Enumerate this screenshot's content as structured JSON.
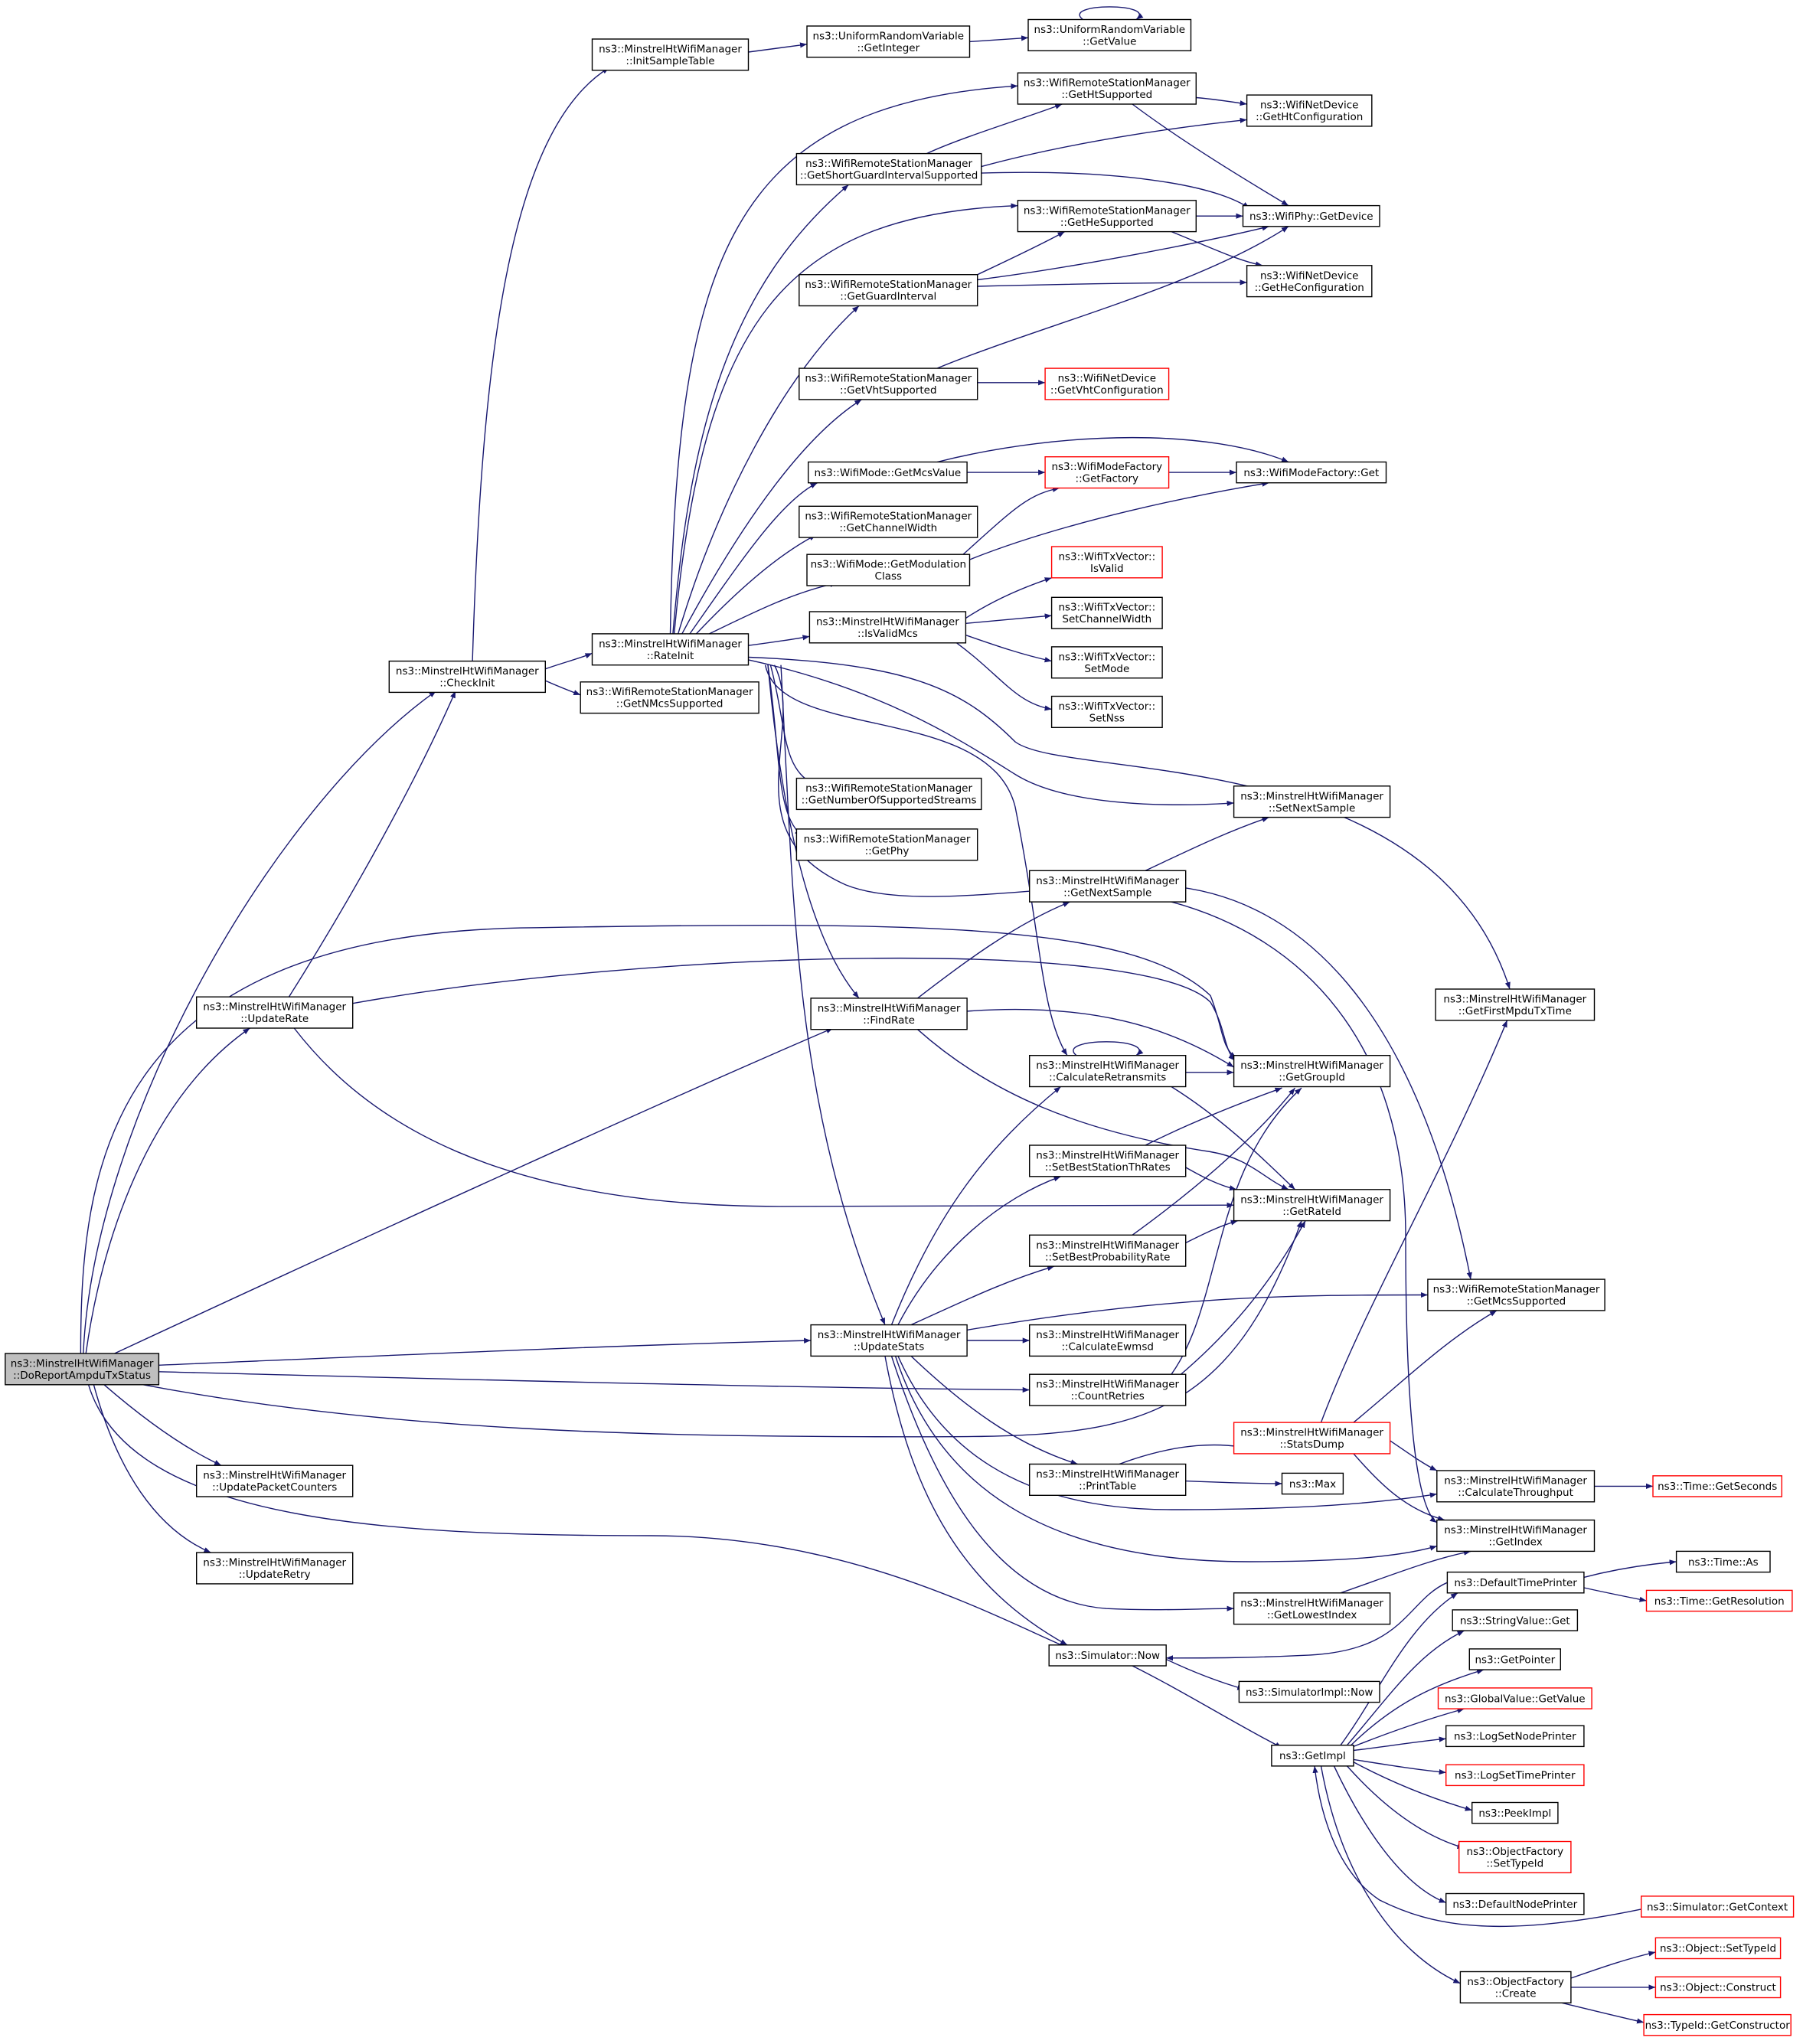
{
  "colors": {
    "edge": "#191970",
    "node_border": "#000000",
    "truncated_border": "#ff0000",
    "root_fill": "#bfbfbf"
  },
  "nodes": [
    {
      "id": "DoReportAmpduTxStatus",
      "lines": [
        "ns3::MinstrelHtWifiManager",
        "::DoReportAmpduTxStatus"
      ],
      "root": true
    },
    {
      "id": "CheckInit",
      "lines": [
        "ns3::MinstrelHtWifiManager",
        "::CheckInit"
      ]
    },
    {
      "id": "UpdateRate",
      "lines": [
        "ns3::MinstrelHtWifiManager",
        "::UpdateRate"
      ]
    },
    {
      "id": "UpdatePacketCounters",
      "lines": [
        "ns3::MinstrelHtWifiManager",
        "::UpdatePacketCounters"
      ]
    },
    {
      "id": "UpdateRetry",
      "lines": [
        "ns3::MinstrelHtWifiManager",
        "::UpdateRetry"
      ]
    },
    {
      "id": "InitSampleTable",
      "lines": [
        "ns3::MinstrelHtWifiManager",
        "::InitSampleTable"
      ]
    },
    {
      "id": "RateInit",
      "lines": [
        "ns3::MinstrelHtWifiManager",
        "::RateInit"
      ]
    },
    {
      "id": "GetNMcsSupported",
      "lines": [
        "ns3::WifiRemoteStationManager",
        "::GetNMcsSupported"
      ]
    },
    {
      "id": "GetInteger",
      "lines": [
        "ns3::UniformRandomVariable",
        "::GetInteger"
      ]
    },
    {
      "id": "GetValue",
      "lines": [
        "ns3::UniformRandomVariable",
        "::GetValue"
      ]
    },
    {
      "id": "GetHtSupported",
      "lines": [
        "ns3::WifiRemoteStationManager",
        "::GetHtSupported"
      ]
    },
    {
      "id": "GetShortGuardIntervalSupported",
      "lines": [
        "ns3::WifiRemoteStationManager",
        "::GetShortGuardIntervalSupported"
      ]
    },
    {
      "id": "GetHtConfiguration",
      "lines": [
        "ns3::WifiNetDevice",
        "::GetHtConfiguration"
      ]
    },
    {
      "id": "GetHeSupported",
      "lines": [
        "ns3::WifiRemoteStationManager",
        "::GetHeSupported"
      ]
    },
    {
      "id": "WifiPhyGetDevice",
      "lines": [
        "ns3::WifiPhy::GetDevice"
      ]
    },
    {
      "id": "GetGuardInterval",
      "lines": [
        "ns3::WifiRemoteStationManager",
        "::GetGuardInterval"
      ]
    },
    {
      "id": "GetHeConfiguration",
      "lines": [
        "ns3::WifiNetDevice",
        "::GetHeConfiguration"
      ]
    },
    {
      "id": "GetVhtSupported",
      "lines": [
        "ns3::WifiRemoteStationManager",
        "::GetVhtSupported"
      ]
    },
    {
      "id": "GetVhtConfiguration",
      "lines": [
        "ns3::WifiNetDevice",
        "::GetVhtConfiguration"
      ],
      "truncated": true
    },
    {
      "id": "GetMcsValue",
      "lines": [
        "ns3::WifiMode::GetMcsValue"
      ]
    },
    {
      "id": "GetFactory",
      "lines": [
        "ns3::WifiModeFactory",
        "::GetFactory"
      ],
      "truncated": true
    },
    {
      "id": "WifiModeFactoryGet",
      "lines": [
        "ns3::WifiModeFactory::Get"
      ]
    },
    {
      "id": "GetChannelWidth",
      "lines": [
        "ns3::WifiRemoteStationManager",
        "::GetChannelWidth"
      ]
    },
    {
      "id": "GetModulationClass",
      "lines": [
        "ns3::WifiMode::GetModulation",
        "Class"
      ]
    },
    {
      "id": "TxIsValid",
      "lines": [
        "ns3::WifiTxVector::",
        "IsValid"
      ],
      "truncated": true
    },
    {
      "id": "IsValidMcs",
      "lines": [
        "ns3::MinstrelHtWifiManager",
        "::IsValidMcs"
      ]
    },
    {
      "id": "SetChannelWidth",
      "lines": [
        "ns3::WifiTxVector::",
        "SetChannelWidth"
      ]
    },
    {
      "id": "SetMode",
      "lines": [
        "ns3::WifiTxVector::",
        "SetMode"
      ]
    },
    {
      "id": "SetNss",
      "lines": [
        "ns3::WifiTxVector::",
        "SetNss"
      ]
    },
    {
      "id": "GetNumberOfSupportedStreams",
      "lines": [
        "ns3::WifiRemoteStationManager",
        "::GetNumberOfSupportedStreams"
      ]
    },
    {
      "id": "GetPhy",
      "lines": [
        "ns3::WifiRemoteStationManager",
        "::GetPhy"
      ]
    },
    {
      "id": "SetNextSample",
      "lines": [
        "ns3::MinstrelHtWifiManager",
        "::SetNextSample"
      ]
    },
    {
      "id": "GetNextSample",
      "lines": [
        "ns3::MinstrelHtWifiManager",
        "::GetNextSample"
      ]
    },
    {
      "id": "GetFirstMpduTxTime",
      "lines": [
        "ns3::MinstrelHtWifiManager",
        "::GetFirstMpduTxTime"
      ]
    },
    {
      "id": "FindRate",
      "lines": [
        "ns3::MinstrelHtWifiManager",
        "::FindRate"
      ]
    },
    {
      "id": "CalculateRetransmits",
      "lines": [
        "ns3::MinstrelHtWifiManager",
        "::CalculateRetransmits"
      ]
    },
    {
      "id": "GetGroupId",
      "lines": [
        "ns3::MinstrelHtWifiManager",
        "::GetGroupId"
      ]
    },
    {
      "id": "SetBestStationThRates",
      "lines": [
        "ns3::MinstrelHtWifiManager",
        "::SetBestStationThRates"
      ]
    },
    {
      "id": "GetRateId",
      "lines": [
        "ns3::MinstrelHtWifiManager",
        "::GetRateId"
      ]
    },
    {
      "id": "SetBestProbabilityRate",
      "lines": [
        "ns3::MinstrelHtWifiManager",
        "::SetBestProbabilityRate"
      ]
    },
    {
      "id": "GetMcsSupported",
      "lines": [
        "ns3::WifiRemoteStationManager",
        "::GetMcsSupported"
      ]
    },
    {
      "id": "UpdateStats",
      "lines": [
        "ns3::MinstrelHtWifiManager",
        "::UpdateStats"
      ]
    },
    {
      "id": "CalculateEwmsd",
      "lines": [
        "ns3::MinstrelHtWifiManager",
        "::CalculateEwmsd"
      ]
    },
    {
      "id": "CountRetries",
      "lines": [
        "ns3::MinstrelHtWifiManager",
        "::CountRetries"
      ]
    },
    {
      "id": "StatsDump",
      "lines": [
        "ns3::MinstrelHtWifiManager",
        "::StatsDump"
      ],
      "truncated": true
    },
    {
      "id": "PrintTable",
      "lines": [
        "ns3::MinstrelHtWifiManager",
        "::PrintTable"
      ]
    },
    {
      "id": "Max",
      "lines": [
        "ns3::Max"
      ]
    },
    {
      "id": "CalculateThroughput",
      "lines": [
        "ns3::MinstrelHtWifiManager",
        "::CalculateThroughput"
      ]
    },
    {
      "id": "GetSeconds",
      "lines": [
        "ns3::Time::GetSeconds"
      ],
      "truncated": true
    },
    {
      "id": "GetIndex",
      "lines": [
        "ns3::MinstrelHtWifiManager",
        "::GetIndex"
      ]
    },
    {
      "id": "GetLowestIndex",
      "lines": [
        "ns3::MinstrelHtWifiManager",
        "::GetLowestIndex"
      ]
    },
    {
      "id": "DefaultTimePrinter",
      "lines": [
        "ns3::DefaultTimePrinter"
      ]
    },
    {
      "id": "TimeAs",
      "lines": [
        "ns3::Time::As"
      ]
    },
    {
      "id": "GetResolution",
      "lines": [
        "ns3::Time::GetResolution"
      ],
      "truncated": true
    },
    {
      "id": "SimulatorNow",
      "lines": [
        "ns3::Simulator::Now"
      ]
    },
    {
      "id": "StringValueGet",
      "lines": [
        "ns3::StringValue::Get"
      ]
    },
    {
      "id": "GetPointer",
      "lines": [
        "ns3::GetPointer"
      ]
    },
    {
      "id": "SimulatorImplNow",
      "lines": [
        "ns3::SimulatorImpl::Now"
      ]
    },
    {
      "id": "GlobalValueGetValue",
      "lines": [
        "ns3::GlobalValue::GetValue"
      ],
      "truncated": true
    },
    {
      "id": "GetImpl",
      "lines": [
        "ns3::GetImpl"
      ]
    },
    {
      "id": "LogSetNodePrinter",
      "lines": [
        "ns3::LogSetNodePrinter"
      ]
    },
    {
      "id": "LogSetTimePrinter",
      "lines": [
        "ns3::LogSetTimePrinter"
      ],
      "truncated": true
    },
    {
      "id": "PeekImpl",
      "lines": [
        "ns3::PeekImpl"
      ]
    },
    {
      "id": "OFSetTypeId",
      "lines": [
        "ns3::ObjectFactory",
        "::SetTypeId"
      ],
      "truncated": true
    },
    {
      "id": "DefaultNodePrinter",
      "lines": [
        "ns3::DefaultNodePrinter"
      ]
    },
    {
      "id": "GetContext",
      "lines": [
        "ns3::Simulator::GetContext"
      ],
      "truncated": true
    },
    {
      "id": "OFCreate",
      "lines": [
        "ns3::ObjectFactory",
        "::Create"
      ]
    },
    {
      "id": "ObjSetTypeId",
      "lines": [
        "ns3::Object::SetTypeId"
      ],
      "truncated": true
    },
    {
      "id": "ObjConstruct",
      "lines": [
        "ns3::Object::Construct"
      ],
      "truncated": true
    },
    {
      "id": "GetConstructor",
      "lines": [
        "ns3::TypeId::GetConstructor"
      ],
      "truncated": true
    }
  ]
}
